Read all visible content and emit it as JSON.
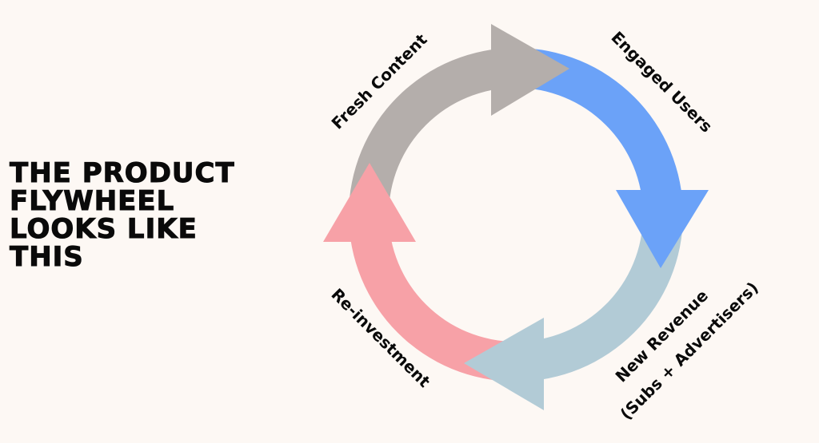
{
  "headline": {
    "lines": [
      "THE PRODUCT",
      "FLYWHEEL",
      "LOOKS LIKE",
      "THIS"
    ]
  },
  "flywheel": {
    "segments": [
      {
        "label": "Fresh Content",
        "color": "#b4aeab",
        "icon": "arrow-right"
      },
      {
        "label": "Engaged Users",
        "color": "#6ba2f8",
        "icon": "arrow-down"
      },
      {
        "label": "New Revenue",
        "label_line2": "(Subs + Advertisers)",
        "color": "#b2cbd6",
        "icon": "arrow-left"
      },
      {
        "label": "Re-investment",
        "color": "#f7a1a7",
        "icon": "arrow-up"
      }
    ]
  },
  "colors": {
    "background": "#fdf8f4",
    "text": "#0a0a0a"
  }
}
